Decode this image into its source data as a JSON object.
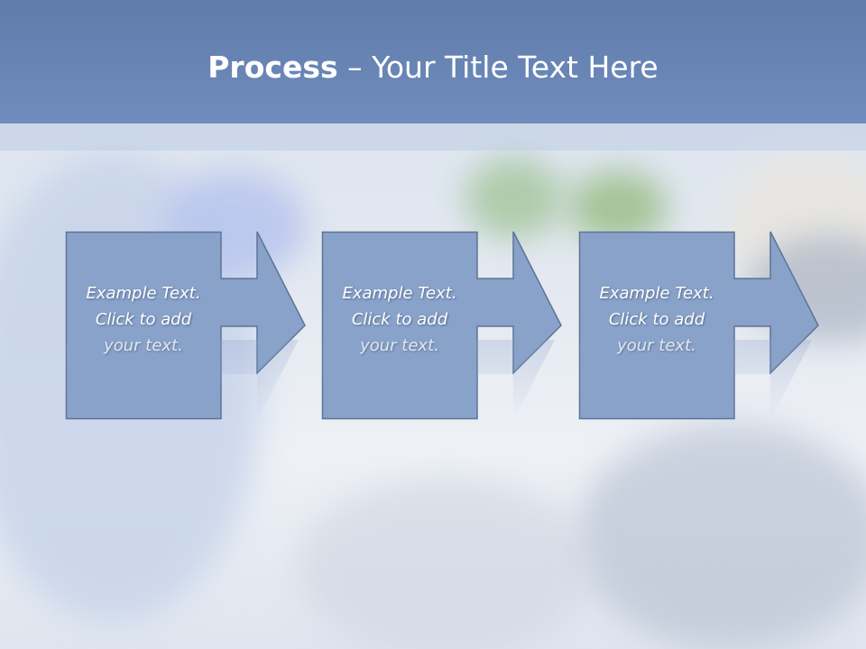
{
  "title": {
    "bold": "Process",
    "rest": " – Your Title Text Here"
  },
  "steps": [
    {
      "line1": "Example Text.",
      "line2": "Click  to add",
      "line3": "your text."
    },
    {
      "line1": "Example Text.",
      "line2": "Click  to add",
      "line3": "your text."
    },
    {
      "line1": "Example Text.",
      "line2": "Click  to add",
      "line3": "your text."
    }
  ],
  "colors": {
    "title_bar": "#6a87b8",
    "step_fill": "#89a2c9",
    "step_border": "#5f7396",
    "text": "#ffffff"
  }
}
